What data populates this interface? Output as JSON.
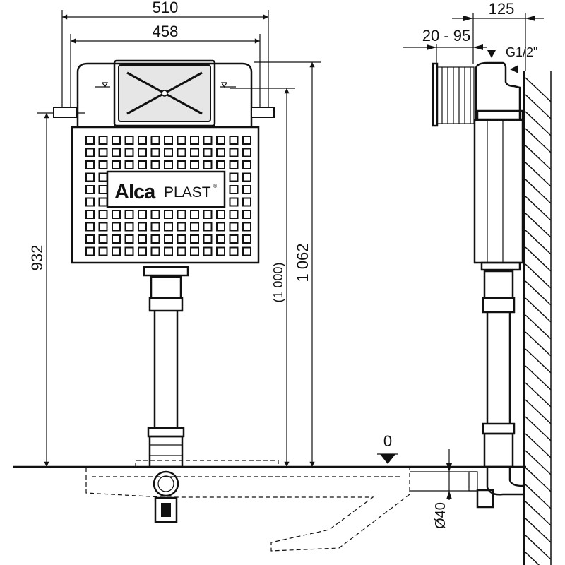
{
  "front_view": {
    "dim_overall_width": "510",
    "dim_frame_width": "458",
    "dim_height_left": "932",
    "dim_height_total": "1 062",
    "dim_height_ref": "(1 000)",
    "floor_level": "0",
    "brand_bold": "Alca",
    "brand_light": "PLAST",
    "brand_mark": "®"
  },
  "side_view": {
    "dim_depth": "125",
    "dim_adjust": "20 - 95",
    "inlet_thread": "G1/2\"",
    "outlet_diameter": "Ø40"
  },
  "colors": {
    "line": "#111111",
    "plate": "#e6e6e6"
  }
}
